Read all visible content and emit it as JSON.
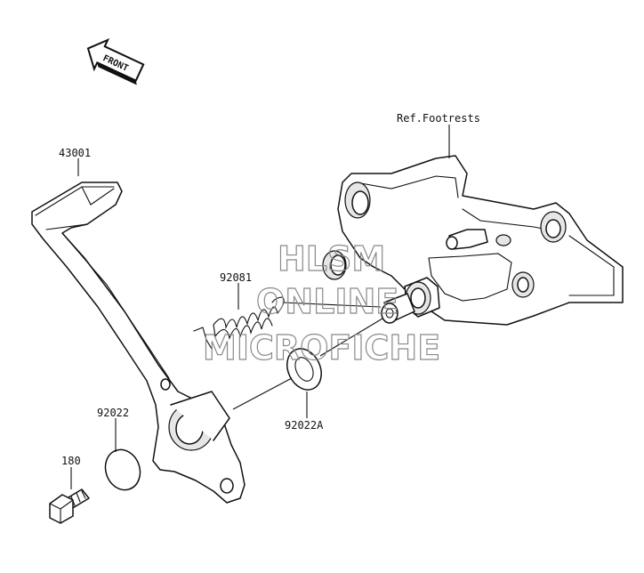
{
  "front_arrow": {
    "label": "FRONT"
  },
  "labels": {
    "ref_footrests": "Ref.Footrests",
    "p43001": "43001",
    "p92081": "92081",
    "p92022": "92022",
    "p92022A": "92022A",
    "p180": "180"
  },
  "watermark": {
    "line1": "HLSM",
    "line2": "ONLINE",
    "line3": "MICROFICHE"
  }
}
